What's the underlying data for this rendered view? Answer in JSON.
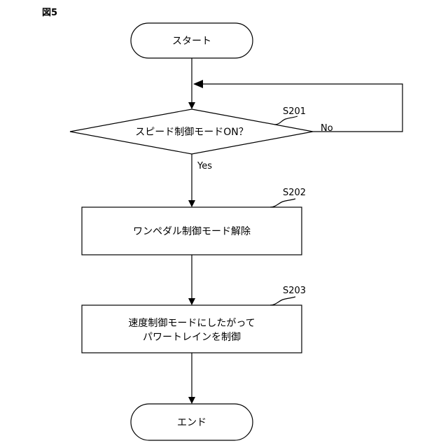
{
  "figure": {
    "label": "図5"
  },
  "nodes": {
    "start": {
      "text": "スタート"
    },
    "decision": {
      "text": "スピード制御モードON？",
      "step_id": "S201"
    },
    "process1": {
      "text": "ワンペダル制御モード解除",
      "step_id": "S202"
    },
    "process2": {
      "line1": "速度制御モードにしたがって",
      "line2": "パワートレインを制御",
      "step_id": "S203"
    },
    "end": {
      "text": "エンド"
    }
  },
  "branches": {
    "yes": "Yes",
    "no": "No"
  }
}
